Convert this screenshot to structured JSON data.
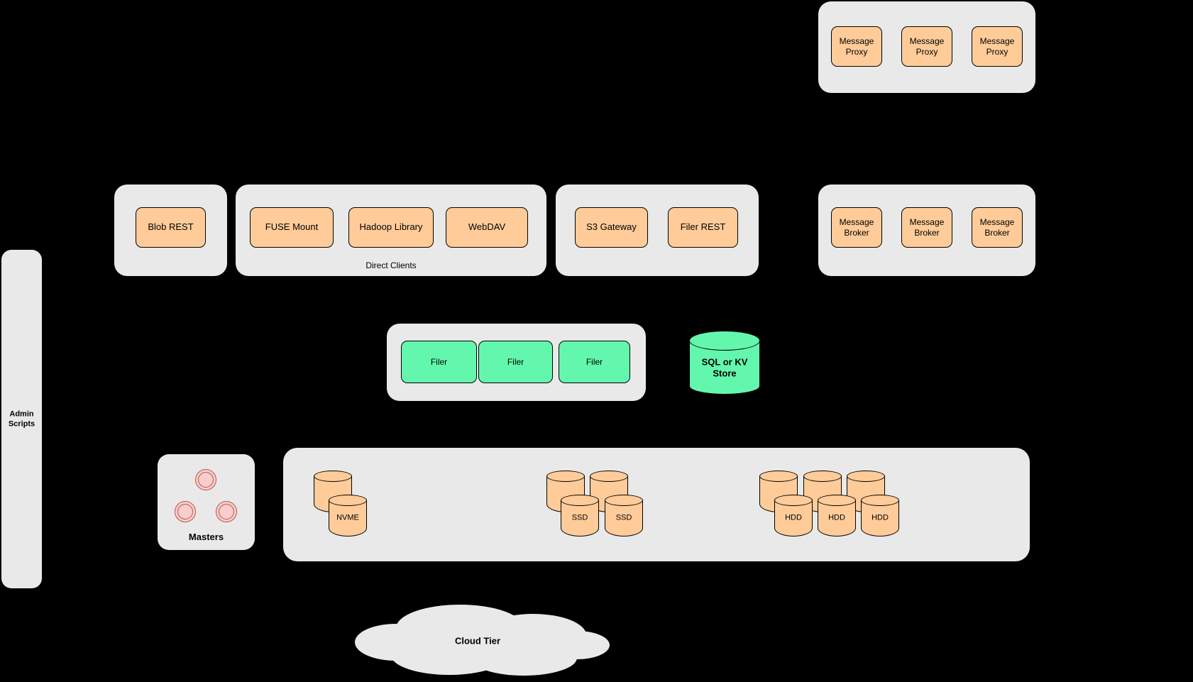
{
  "colors": {
    "background": "#000000",
    "container_fill": "#e9e9e9",
    "node_orange": "#ffcc99",
    "node_green": "#63f7ae",
    "master_pink": "#f8cecc",
    "master_ring": "#b85450",
    "node_border": "#000000"
  },
  "message_proxy_group": {
    "items": [
      "Message Proxy",
      "Message Proxy",
      "Message Proxy"
    ]
  },
  "blob_group": {
    "items": [
      "Blob REST"
    ]
  },
  "direct_clients_group": {
    "label": "Direct Clients",
    "items": [
      "FUSE Mount",
      "Hadoop Library",
      "WebDAV"
    ]
  },
  "gateway_group": {
    "items": [
      "S3 Gateway",
      "Filer REST"
    ]
  },
  "message_broker_group": {
    "items": [
      "Message Broker",
      "Message Broker",
      "Message Broker"
    ]
  },
  "filer_group": {
    "items": [
      "Filer",
      "Filer",
      "Filer"
    ]
  },
  "metadata_store": {
    "label": "SQL or KV Store"
  },
  "admin_scripts": {
    "label": "Admin Scripts"
  },
  "masters_group": {
    "label": "Masters"
  },
  "volume_group": {
    "nvme_label": "NVME",
    "ssd_labels": [
      "SSD",
      "SSD"
    ],
    "hdd_labels": [
      "HDD",
      "HDD",
      "HDD"
    ]
  },
  "cloud_tier": {
    "label": "Cloud Tier"
  }
}
